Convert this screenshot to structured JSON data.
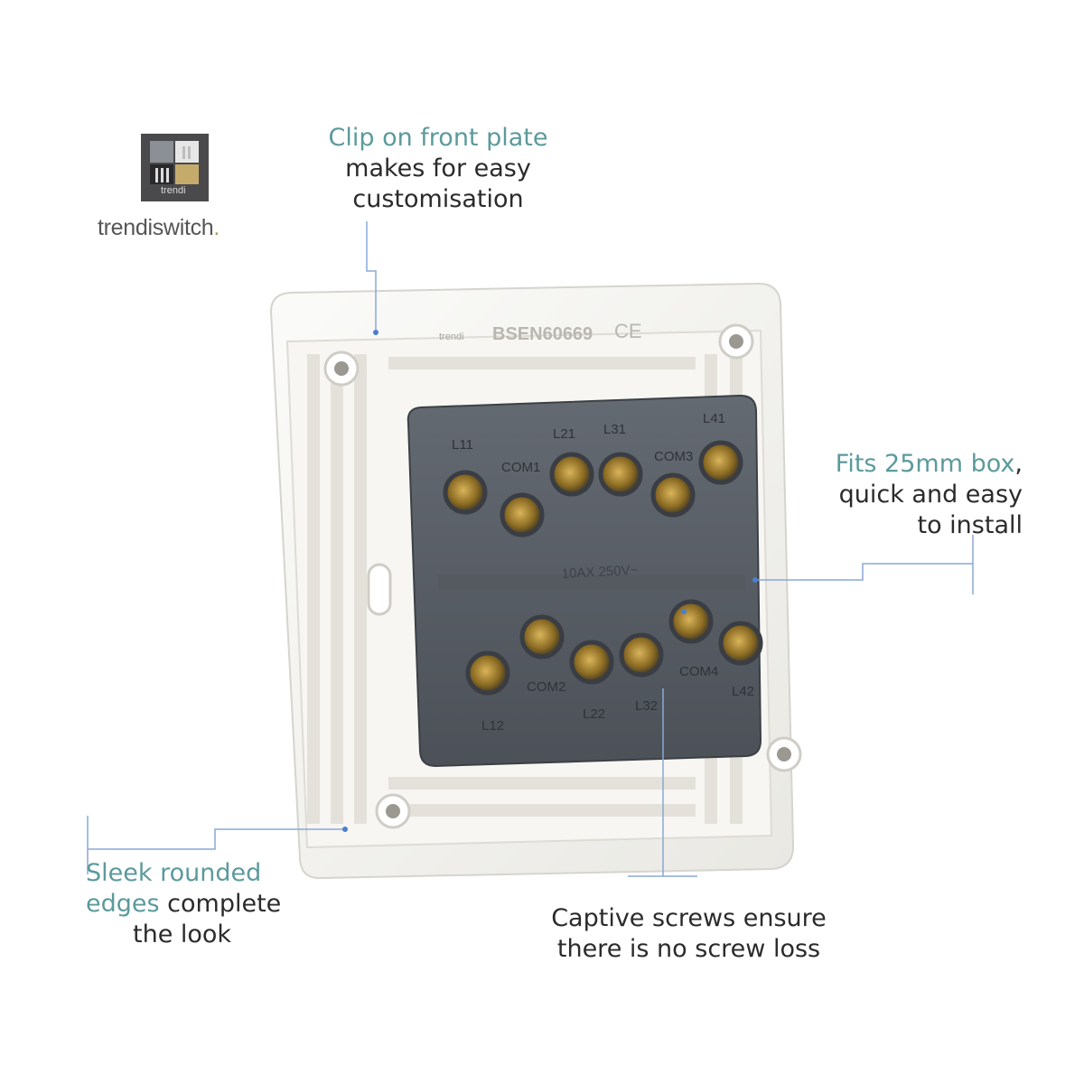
{
  "brand": {
    "logo_caption": "trendi",
    "wordmark": "trendiswitch",
    "wordmark_dot": "."
  },
  "device": {
    "back_text_standard": "BSEN60669",
    "back_text_ce": "CE",
    "back_logo_text": "trendi",
    "rating": "10AX 250V~",
    "terminals_top": [
      "L11",
      "COM1",
      "L21",
      "L31",
      "COM3",
      "L41"
    ],
    "terminals_bottom": [
      "L12",
      "COM2",
      "L22",
      "L32",
      "COM4",
      "L42"
    ]
  },
  "callouts": {
    "front_plate": {
      "accent": "Clip on front plate",
      "line2": "makes for easy",
      "line3": "customisation"
    },
    "box": {
      "accent": "Fits 25mm box",
      "tail": ",",
      "line2": "quick and easy",
      "line3": "to install"
    },
    "edges": {
      "accent1": "Sleek rounded",
      "accent2": "edges",
      "rest2": " complete",
      "line3": "the look"
    },
    "screws": {
      "line1": "Captive screws ensure",
      "line2": "there is no screw loss"
    }
  },
  "colors": {
    "accent_text": "#5c9a9c",
    "leader_line": "#8aa8d6",
    "module_body": "#5a5f66",
    "plate": "#f4f3ef"
  }
}
